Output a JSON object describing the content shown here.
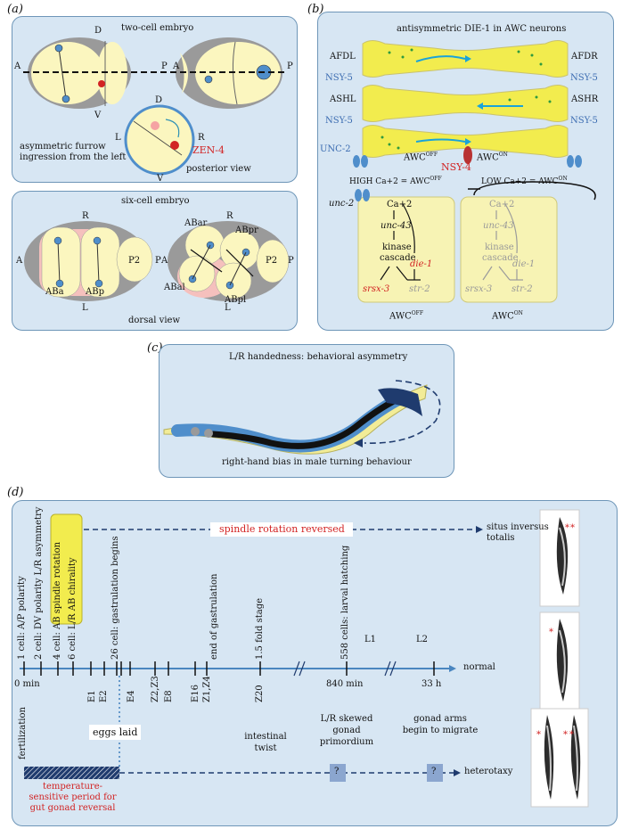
{
  "panels": {
    "a": "(a)",
    "b": "(b)",
    "c": "(c)",
    "d": "(d)"
  },
  "panel_a": {
    "two_cell_title": "two-cell embryo",
    "axis_D": "D",
    "axis_V": "V",
    "axis_A": "A",
    "axis_P": "P",
    "axis_L": "L",
    "axis_R": "R",
    "furrow_caption": "asymmetric furrow ingression from the left",
    "zen4": "ZEN-4",
    "posterior_view": "posterior view",
    "six_cell_title": "six-cell embryo",
    "dorsal_view": "dorsal view",
    "ABa": "ABa",
    "ABp": "ABp",
    "P2": "P2",
    "ABar": "ABar",
    "ABpr": "ABpr",
    "ABal": "ABal",
    "ABpl": "ABpl"
  },
  "panel_b": {
    "title": "antisymmetric DIE-1 in AWC neurons",
    "AFDL": "AFDL",
    "AFDR": "AFDR",
    "ASHL": "ASHL",
    "ASHR": "ASHR",
    "nsy5": "NSY-5",
    "unc2": "UNC-2",
    "nsy4": "NSY-4",
    "awc_off": "AWC",
    "awc_on": "AWC",
    "sup_off": "OFF",
    "sup_on": "ON",
    "high_ca": "HIGH Ca+2 = AWC",
    "low_ca": "LOW Ca+2 = AWC",
    "unc2_gene": "unc-2",
    "ca2": "Ca+2",
    "unc43": "unc-43",
    "kinase": "kinase",
    "cascade": "cascade",
    "die1": "die-1",
    "srsx3": "srsx-3",
    "str2": "str-2"
  },
  "panel_c": {
    "title": "L/R handedness: behavioral asymmetry",
    "caption": "right-hand bias in male turning behaviour"
  },
  "panel_d": {
    "stages_vertical": [
      "1 cell: A/P polarity",
      "2 cell: DV polarity L/R asymmetry",
      "4 cell: AB spindle rotation",
      "6 cell: L/R AB chirality",
      "26 cell: gastrulation begins",
      "end of gastrulation",
      "1.5 fold stage",
      "558 cells: larval hatching"
    ],
    "spindle_reversed": "spindle rotation reversed",
    "situs_inversus": "situs inversus totalis",
    "L1": "L1",
    "L2": "L2",
    "normal": "normal",
    "min0": "0 min",
    "min840": "840 min",
    "h33": "33 h",
    "ticks_below": [
      "E1",
      "E2",
      "E4",
      "Z2,Z3",
      "E8",
      "E16",
      "Z1,Z4",
      "Z20"
    ],
    "fertilization": "fertilization",
    "eggs_laid": "eggs laid",
    "intestinal_twist": "intestinal twist",
    "lr_skewed": "L/R skewed gonad primordium",
    "gonad_arms": "gonad arms begin to migrate",
    "question": "?",
    "heterotaxy": "heterotaxy",
    "temp_sensitive": "temperature-sensitive period for gut gonad reversal"
  },
  "colors": {
    "panel_bg": "#d7e6f3",
    "panel_border": "#6e96b8",
    "embryo_yellow": "#fbf6bf",
    "embryo_grey": "#9a9a9a",
    "cell_blue": "#4f8ecb",
    "red": "#d22323",
    "timeline_blue": "#4a86c0",
    "dark_navy": "#1f3b6e",
    "highlight_yellow": "#f2ec4e"
  }
}
